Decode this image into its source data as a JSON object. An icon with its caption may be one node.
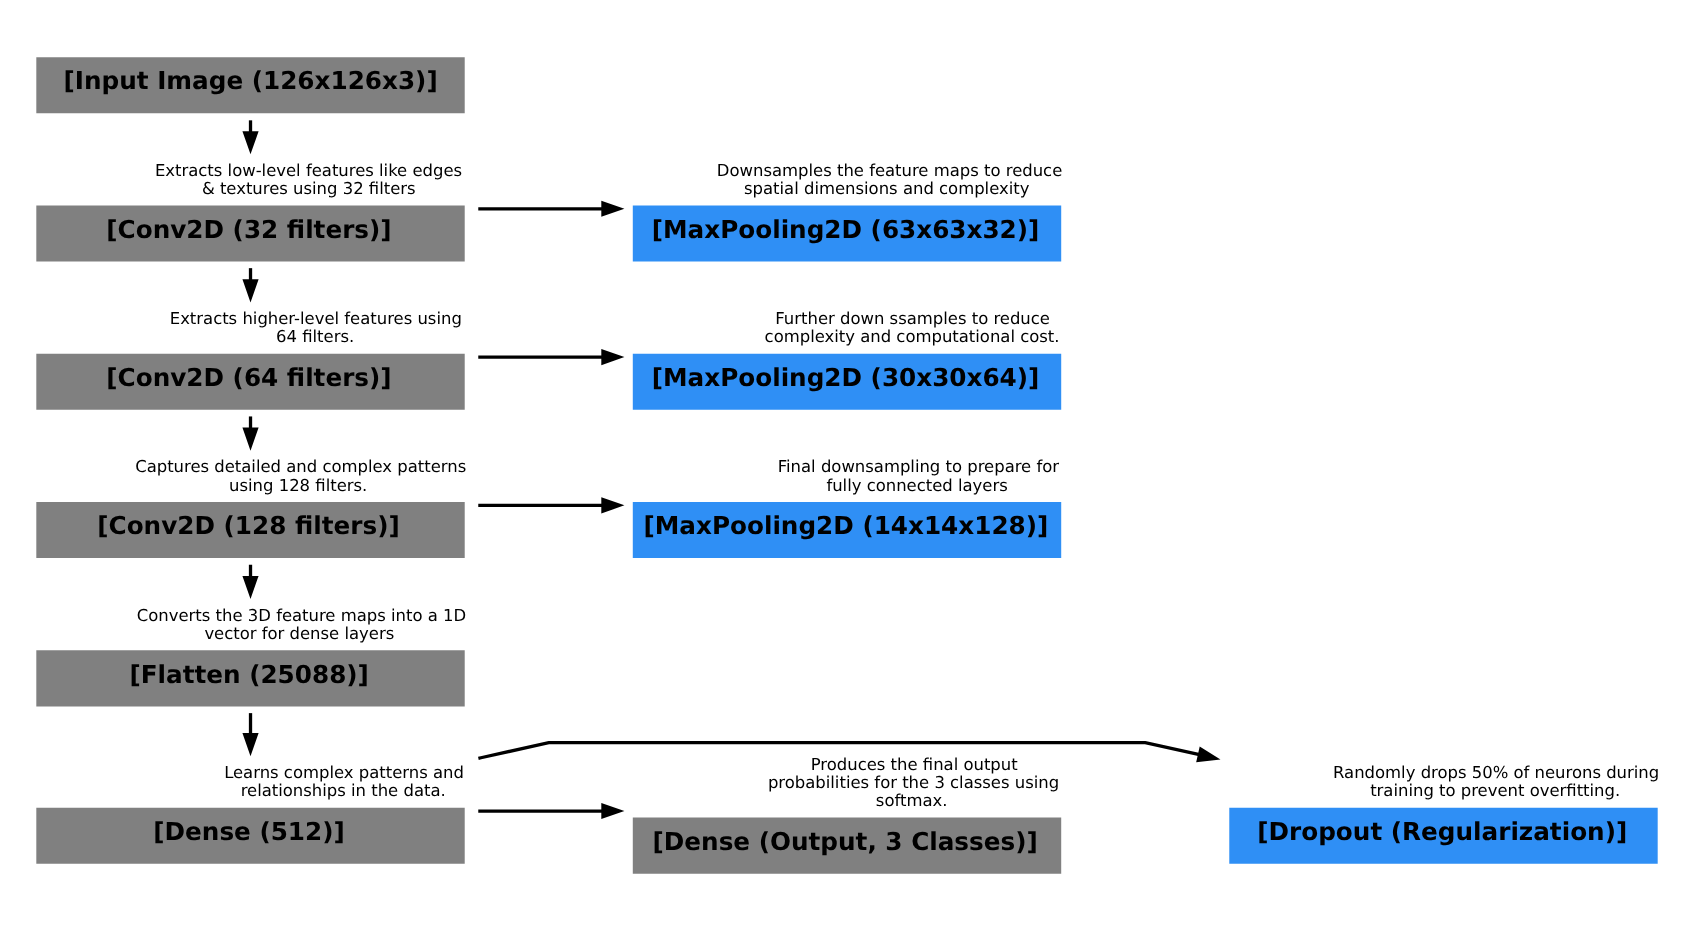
{
  "diagram": {
    "nodes": [
      {
        "text": [
          "[Input Image (126x126x3)]"
        ]
      },
      {
        "text": [
          "[Conv2D (32 filters)]"
        ],
        "beside": [
          "Extracts low-level features like edges & textures using 32 filters"
        ]
      },
      {
        "text": [
          "[Conv2D (64 filters)]"
        ],
        "beside": [
          "Extracts higher-level features using 64 filters."
        ]
      },
      {
        "text": [
          "[Conv2D (128 filters)]"
        ],
        "beside": [
          "Captures detailed and complex patterns using 128 filters."
        ]
      },
      {
        "text": [
          "[Flatten (25088)]"
        ],
        "beside": [
          "Converts the 3D feature maps into a 1D vector for dense layers"
        ]
      },
      {
        "text": [
          "[Dense (512)]"
        ],
        "beside": [
          "Learns complex patterns and relationships in the data."
        ]
      },
      {
        "text": [
          "[MaxPooling2D (63x63x32)]"
        ],
        "beside": [
          "Downsamples the feature maps to reduce spatial dimensions and complexity"
        ]
      },
      {
        "text": [
          "[MaxPooling2D (30x30x64)]"
        ],
        "beside": [
          "Further down ssamples to reduce complexity and computational cost."
        ]
      },
      {
        "text": [
          "[MaxPooling2D (14x14x128)]"
        ],
        "beside": [
          "Final downsampling to prepare for fully connected layers"
        ]
      },
      {
        "text": [
          "[Dropout (Regularization)]"
        ],
        "beside": [
          "Randomly drops 50% of neurons during training to prevent overfitting."
        ]
      },
      {
        "text": [
          "[Dense (Output, 3 Classes)]"
        ],
        "beside": [
          "Produces the final output probabilities for the 3 classes using softmax."
        ]
      }
    ],
    "edges": [
      {
        "from": 0,
        "to": 1,
        "arrow": "to"
      },
      {
        "from": 1,
        "to": 2,
        "arrow": "to"
      },
      {
        "from": 2,
        "to": 3,
        "arrow": "to"
      },
      {
        "from": 3,
        "to": 4,
        "arrow": "to"
      },
      {
        "from": 4,
        "to": 5,
        "arrow": "to"
      },
      {
        "from": 1,
        "to": 6,
        "arrow": "to"
      },
      {
        "from": 2,
        "to": 7,
        "arrow": "to"
      },
      {
        "from": 3,
        "to": 8,
        "arrow": "to"
      },
      {
        "from": 5,
        "to": 9,
        "arrow": "to"
      },
      {
        "from": 5,
        "to": 10,
        "arrow": "to"
      }
    ]
  }
}
